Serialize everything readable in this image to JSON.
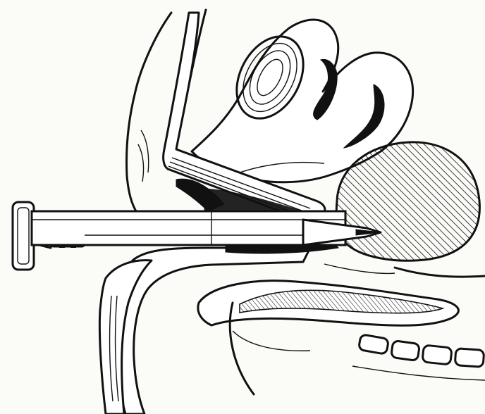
{
  "figure": {
    "caption": "",
    "labels": []
  },
  "colors": {
    "ink": "#111111",
    "paper": "#fbfbf8"
  },
  "parts": [
    "syringe",
    "needle",
    "speculum",
    "uterus",
    "ovary",
    "pouch-mass",
    "rectum",
    "vertebrae"
  ]
}
